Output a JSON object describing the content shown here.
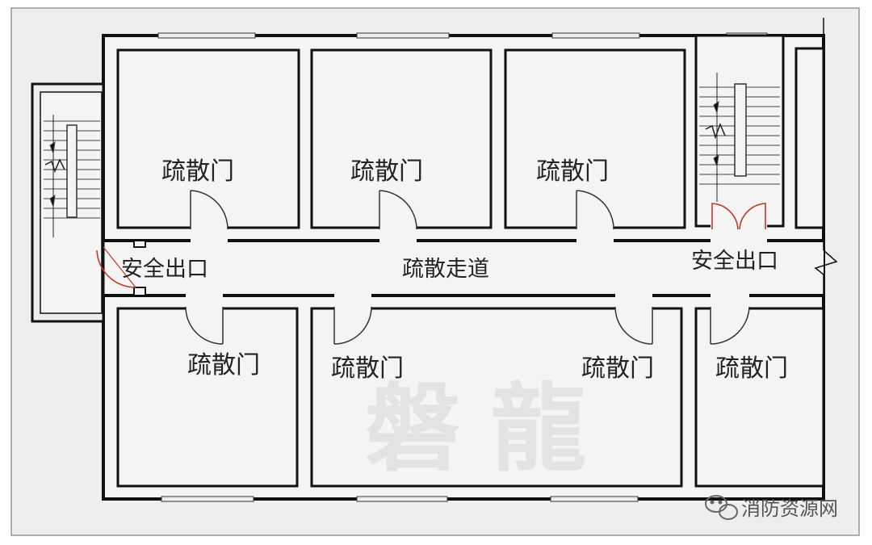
{
  "labels": {
    "door": "疏散门",
    "safety_exit": "安全出口",
    "corridor": "疏散走道"
  },
  "watermark": "磐龍",
  "brand": "消防资源网",
  "icons": {
    "stairs": "stairs-icon",
    "brand_logo": "wechat-icon",
    "door_swing": "door-swing-arc",
    "break_mark": "break-line-icon"
  },
  "colors": {
    "background": "#eeeeee",
    "wall": "#111111",
    "room_fill": "#f4f4f4",
    "exit_door": "#c0392b",
    "door_arc": "#333333",
    "watermark": "#e3e3e3"
  }
}
